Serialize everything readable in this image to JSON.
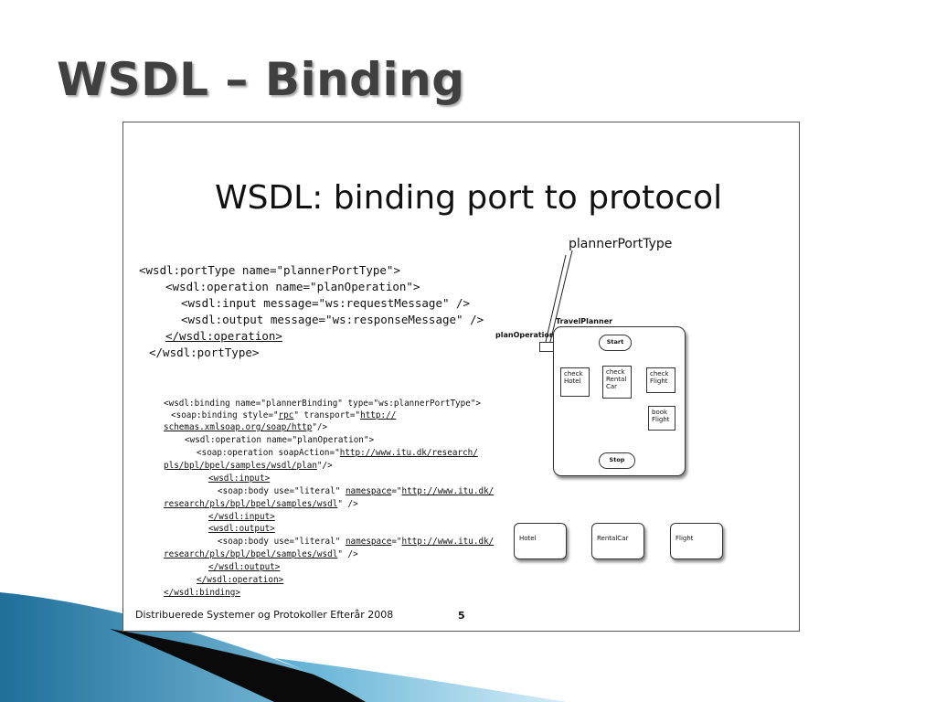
{
  "slide_title": "WSDL – Binding",
  "inner": {
    "title": "WSDL: binding port to protocol",
    "porttype_code": [
      "<wsdl:portType name=\"plannerPortType\">",
      "<wsdl:operation name=\"planOperation\">",
      "<wsdl:input message=\"ws:requestMessage\" />",
      "<wsdl:output message=\"ws:responseMessage\" />",
      "</wsdl:operation>",
      "</wsdl:portType>"
    ],
    "binding_code": [
      "<wsdl:binding name=\"plannerBinding\" type=\"ws:plannerPortType\">",
      "<soap:binding style=\"",
      "rpc",
      "\" transport=\"",
      "http://",
      "schemas.xmlsoap.org/soap/http",
      "\"/>",
      "<wsdl:operation name=\"planOperation\">",
      "<soap:operation soapAction=\"",
      "http://www.itu.dk/research/",
      "pls/bpl/bpel/samples/wsdl/plan",
      "\"/>",
      "<wsdl:input>",
      "<soap:body use=\"literal\" ",
      "namespace",
      "=\"",
      "http://www.itu.dk/",
      "research/pls/bpl/bpel/samples/wsdl",
      "\" />",
      "</wsdl:input>",
      "<wsdl:output>",
      "<soap:body use=\"literal\" ",
      "namespace",
      "=\"",
      "http://www.itu.dk/",
      "research/pls/bpl/bpel/samples/wsdl",
      "\" />",
      "</wsdl:output>",
      "</wsdl:operation>",
      "</wsdl:binding>"
    ],
    "diagram": {
      "port_type_label": "plannerPortType",
      "plan_operation_label": "planOperation",
      "travel_planner_label": "TravelPlanner",
      "start": "Start",
      "stop": "Stop",
      "check_hotel": "check Hotel",
      "check_rental_car": "check Rental Car",
      "check_flight": "check Flight",
      "book_flight": "book Flight",
      "services": [
        "Hotel",
        "RentalCar",
        "Flight"
      ]
    },
    "footer": "Distribuerede Systemer og Protokoller Efterår 2008",
    "page_number": "5"
  }
}
